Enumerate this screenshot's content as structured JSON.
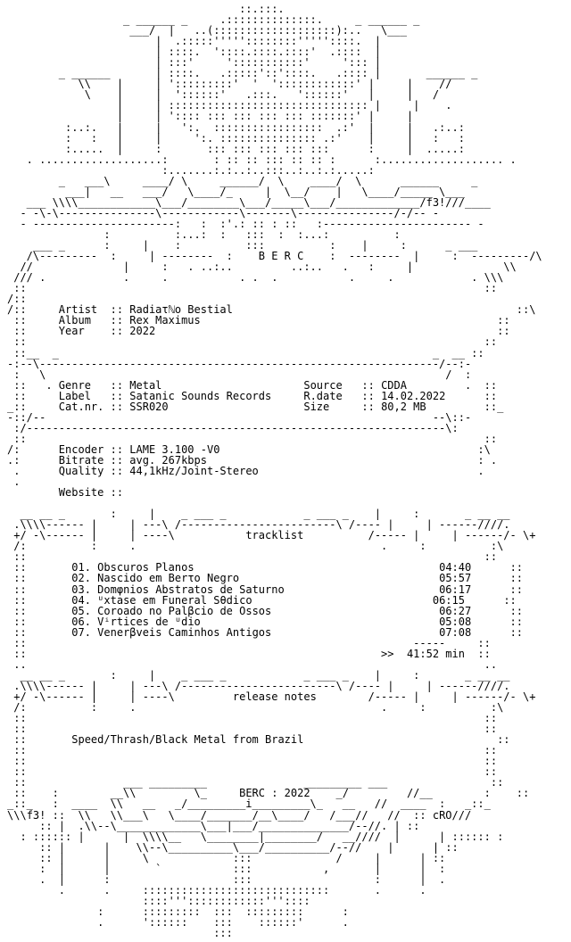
{
  "nfo": {
    "group": "B E R C",
    "group_footer": "BERC : 2022",
    "tags": {
      "f3": "f3!",
      "cro": "cRO"
    },
    "info": {
      "artist_label": "Artist",
      "artist": "Radiaτℕo Bestial",
      "album_label": "Album",
      "album": "Rex Maximus",
      "year_label": "Year",
      "year": "2022",
      "genre_label": "Genre",
      "genre": "Metal",
      "label_label": "Label",
      "label": "Satanic Sounds Records",
      "catnr_label": "Cat.nr.",
      "catnr": "SSR020",
      "source_label": "Source",
      "source": "CDDA",
      "rdate_label": "R.date",
      "rdate": "14.02.2022",
      "size_label": "Size",
      "size": "80,2 MB",
      "encoder_label": "Encoder",
      "encoder": "LAME 3.100 -V0",
      "bitrate_label": "Bitrate",
      "bitrate": "avg. 267kbps",
      "quality_label": "Quality",
      "quality": "44,1kHz/Joint-Stereo",
      "website_label": "Website",
      "website": ""
    },
    "sections": {
      "tracklist": "tracklist",
      "release_notes": "release notes"
    },
    "tracks": [
      {
        "no": "01.",
        "title": "Obscuros Planos",
        "time": "04:40"
      },
      {
        "no": "02.",
        "title": "Nascido em Berτo Negro",
        "time": "05:57"
      },
      {
        "no": "03.",
        "title": "Domφnios Abstratos de Saturno",
        "time": "06:17"
      },
      {
        "no": "04.",
        "title": "ᵁxtase em Funeral Sθdico",
        "time": "06:15"
      },
      {
        "no": "05.",
        "title": "Coroado no Palβcio de Ossos",
        "time": "06:27"
      },
      {
        "no": "06.",
        "title": "Vⁱrtices de ᵁdio",
        "time": "05:08"
      },
      {
        "no": "07.",
        "title": "Venerβveis Caminhos Antigos",
        "time": "07:08"
      }
    ],
    "total_marker": ">>",
    "total": "41:52 min",
    "notes": "Speed/Thrash/Black Metal from Brazil"
  }
}
